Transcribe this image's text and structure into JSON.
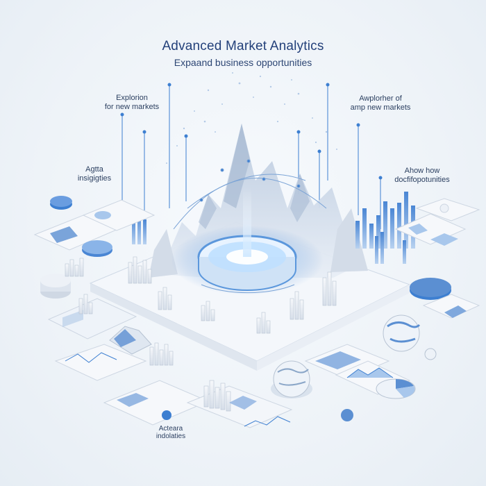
{
  "header": {
    "title": "Advanced Market Analytics",
    "subtitle": "Expaand business opportunities"
  },
  "labels": {
    "top_left_line1": "Explorion",
    "top_left_line2": "for new markets",
    "top_right_line1": "Awplorher of",
    "top_right_line2": "amp new markets",
    "mid_left_line1": "Agtta",
    "mid_left_line2": "insigigties",
    "mid_right_line1": "Ahow how",
    "mid_right_line2": "docfifopotunities",
    "bottom_left_line1": "Acteara",
    "bottom_left_line2": "indolaties"
  },
  "colors": {
    "accent": "#3d7fd1",
    "accent_light": "#a9c8ec",
    "platform": "#f4f7fb",
    "mountain": "#c7d3e2",
    "title": "#23407a"
  },
  "icons": [
    "glowing-ring-icon",
    "globe-icon",
    "pie-chart-icon",
    "bar-chart-icon",
    "mountain-chart-icon"
  ]
}
